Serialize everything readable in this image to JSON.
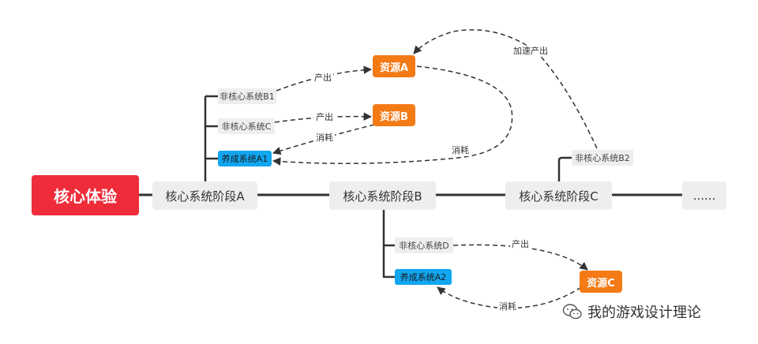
{
  "nodes": {
    "core": "核心体验",
    "stage_a": "核心系统阶段A",
    "stage_b": "核心系统阶段B",
    "stage_c": "核心系统阶段C",
    "ellipsis": "......",
    "non_core_b1": "非核心系统B1",
    "non_core_c": "非核心系统C",
    "nurture_a1": "养成系统A1",
    "non_core_b2": "非核心系统B2",
    "non_core_d": "非核心系统D",
    "nurture_a2": "养成系统A2",
    "resource_a": "资源A",
    "resource_b": "资源B",
    "resource_c": "资源C"
  },
  "edge_labels": {
    "produce_b1": "产出",
    "produce_c": "产出",
    "consume_b_to_a1": "消耗",
    "consume_a_to_a1": "消耗",
    "accelerate": "加速产出",
    "produce_d": "产出",
    "consume_c_to_a2": "消耗"
  },
  "watermark": {
    "text": "我的游戏设计理论",
    "icon": "wechat-icon"
  },
  "colors": {
    "core": "#ee2c3a",
    "resource": "#f47a16",
    "nurture": "#11a6f0",
    "node_bg": "#eeeeee",
    "line": "#333333"
  }
}
